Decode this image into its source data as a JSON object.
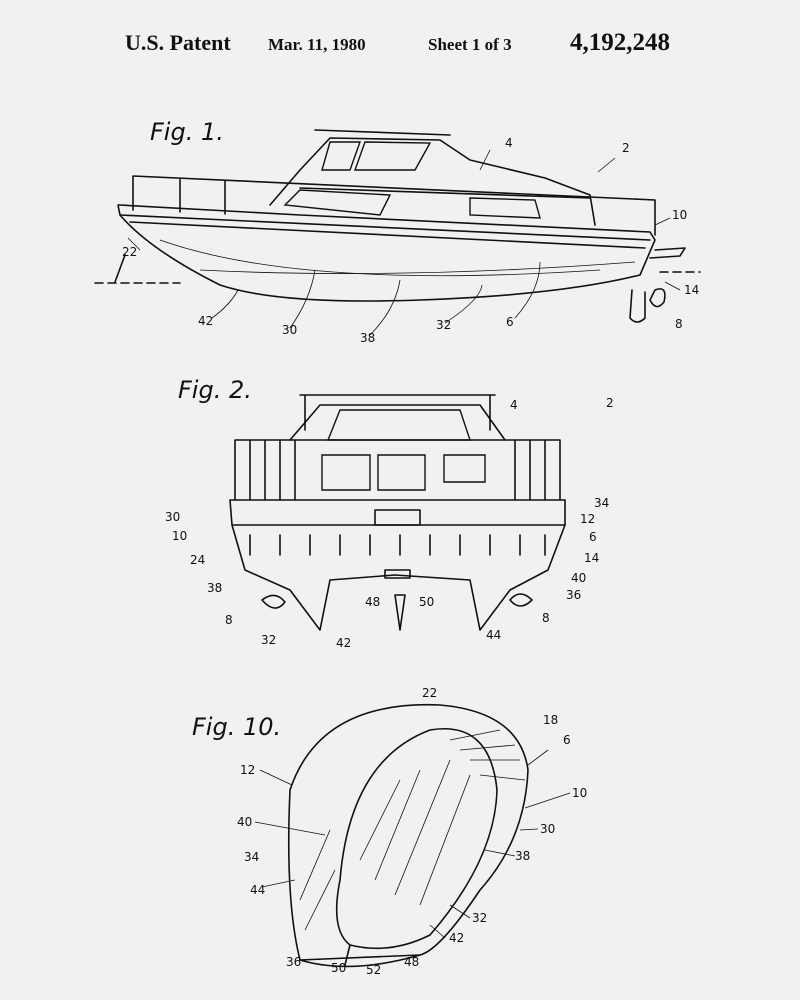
{
  "header": {
    "patent_label": "U.S. Patent",
    "date": "Mar. 11, 1980",
    "sheet": "Sheet 1 of 3",
    "patent_number": "4,192,248"
  },
  "figures": [
    {
      "title": "Fig. 1.",
      "labels": [
        "4",
        "2",
        "10",
        "22",
        "14",
        "8",
        "42",
        "30",
        "38",
        "32",
        "6"
      ]
    },
    {
      "title": "Fig. 2.",
      "labels": [
        "4",
        "2",
        "30",
        "10",
        "24",
        "38",
        "8",
        "32",
        "42",
        "48",
        "50",
        "44",
        "8",
        "36",
        "40",
        "14",
        "6",
        "12",
        "34"
      ]
    },
    {
      "title": "Fig. 10.",
      "labels": [
        "22",
        "18",
        "6",
        "12",
        "10",
        "40",
        "30",
        "34",
        "38",
        "44",
        "32",
        "42",
        "36",
        "50",
        "52",
        "48"
      ]
    }
  ]
}
